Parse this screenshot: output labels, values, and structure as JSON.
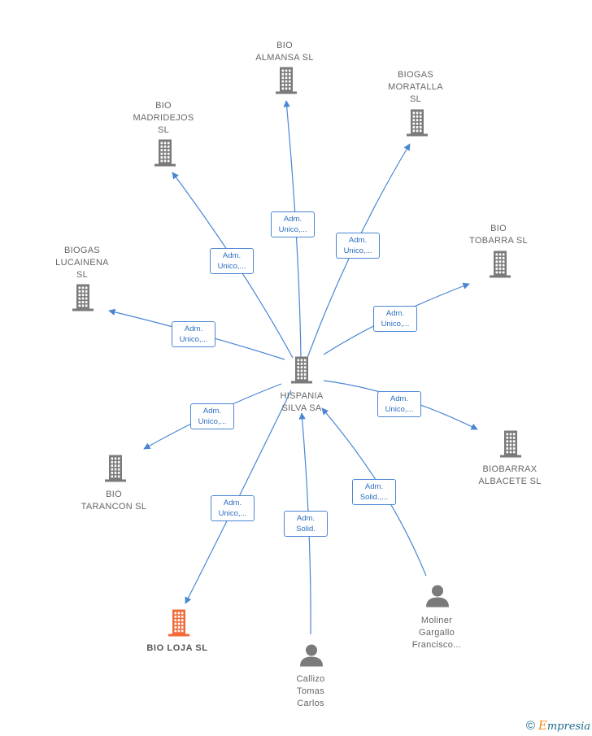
{
  "colors": {
    "edge": "#4a86d4",
    "building": "#7a7a7a",
    "building_highlight": "#f26a3a",
    "person": "#7a7a7a"
  },
  "center": {
    "id": "hispania",
    "label": "HISPANIA\nSILVA SA",
    "icon": "building-icon"
  },
  "nodes": [
    {
      "id": "almansa",
      "label": "BIO\nALMANSA  SL",
      "icon": "building-icon"
    },
    {
      "id": "moratalla",
      "label": "BIOGAS\nMORATALLA\nSL",
      "icon": "building-icon"
    },
    {
      "id": "madridejos",
      "label": "BIO\nMADRIDEJOS\nSL",
      "icon": "building-icon"
    },
    {
      "id": "tobarra",
      "label": "BIO\nTOBARRA  SL",
      "icon": "building-icon"
    },
    {
      "id": "lucainena",
      "label": "BIOGAS\nLUCAINENA\nSL",
      "icon": "building-icon"
    },
    {
      "id": "biobarrax",
      "label": "BIOBARRAX\nALBACETE  SL",
      "icon": "building-icon"
    },
    {
      "id": "tarancon",
      "label": "BIO\nTARANCON  SL",
      "icon": "building-icon"
    },
    {
      "id": "loja",
      "label": "BIO LOJA  SL",
      "icon": "building-icon",
      "highlight": true
    },
    {
      "id": "callizo",
      "label": "Callizo\nTomas\nCarlos",
      "icon": "person-icon"
    },
    {
      "id": "moliner",
      "label": "Moliner\nGargallo\nFrancisco...",
      "icon": "person-icon"
    }
  ],
  "edges": [
    {
      "to": "almansa",
      "label": [
        "Adm.",
        "Unico,..."
      ]
    },
    {
      "to": "moratalla",
      "label": [
        "Adm.",
        "Unico,..."
      ]
    },
    {
      "to": "madridejos",
      "label": [
        "Adm.",
        "Unico,..."
      ]
    },
    {
      "to": "tobarra",
      "label": [
        "Adm.",
        "Unico,..."
      ]
    },
    {
      "to": "lucainena",
      "label": [
        "Adm.",
        "Unico,..."
      ]
    },
    {
      "to": "biobarrax",
      "label": [
        "Adm.",
        "Unico,..."
      ]
    },
    {
      "to": "tarancon",
      "label": [
        "Adm.",
        "Unico,..."
      ]
    },
    {
      "to": "loja",
      "label": [
        "Adm.",
        "Unico,..."
      ]
    },
    {
      "from": "callizo",
      "label": [
        "Adm.",
        "Solid."
      ]
    },
    {
      "from": "moliner",
      "label": [
        "Adm.",
        "Solid.,..."
      ]
    }
  ],
  "brand": {
    "copyright": "©",
    "initial": "E",
    "rest": "mpresia"
  }
}
